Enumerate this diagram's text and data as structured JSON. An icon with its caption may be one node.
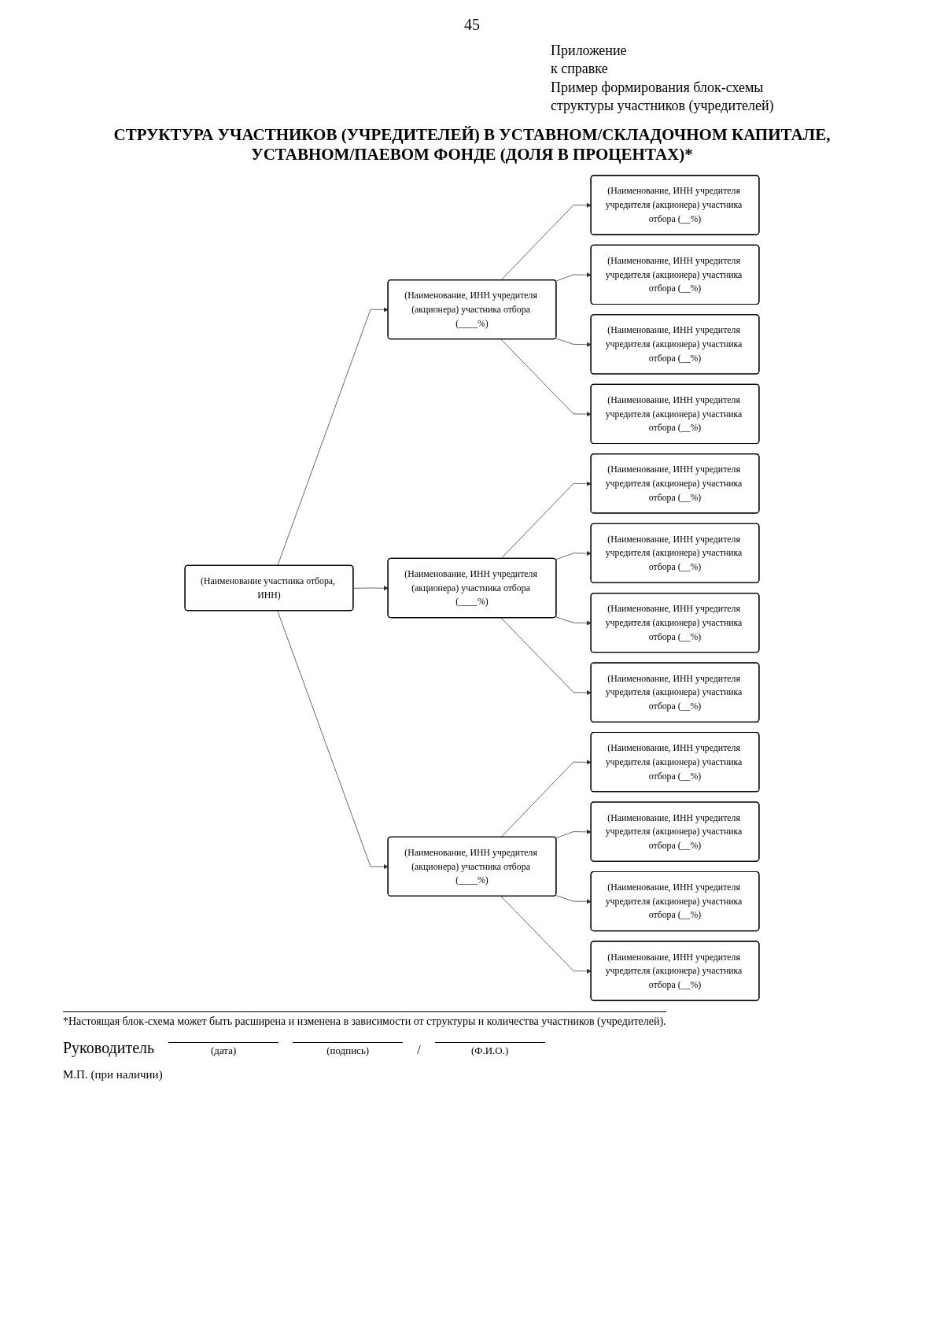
{
  "diagram": {
    "title": "СТРУКТУРА УЧАСТНИКОВ (УЧРЕДИТЕЛЕЙ) В УСТАВНОМ/СКЛАДОЧНОМ КАПИТАЛЕ, УСТАВНОМ/ПАЕВОМ ФОНДЕ (ДОЛЯ В ПРОЦЕНТАХ)*",
    "nodes": [
      {
        "text": [
          "(Наименование участника отбора, ИНН)"
        ]
      },
      {
        "text": [
          "(Наименование, ИНН учредителя (акционера) участника отбора (____%)"
        ]
      },
      {
        "text": [
          "(Наименование, ИНН учредителя учредителя (акционера) участника отбора (__%)"
        ]
      },
      {
        "text": [
          "(Наименование, ИНН учредителя учредителя (акционера) участника отбора (__%)"
        ]
      },
      {
        "text": [
          "(Наименование, ИНН учредителя учредителя (акционера) участника отбора (__%)"
        ]
      },
      {
        "text": [
          "(Наименование, ИНН учредителя учредителя (акционера) участника отбора (__%)"
        ]
      },
      {
        "text": [
          "(Наименование, ИНН учредителя (акционера) участника отбора (____%)"
        ]
      },
      {
        "text": [
          "(Наименование, ИНН учредителя учредителя (акционера) участника отбора (__%)"
        ]
      },
      {
        "text": [
          "(Наименование, ИНН учредителя учредителя (акционера) участника отбора (__%)"
        ]
      },
      {
        "text": [
          "(Наименование, ИНН учредителя учредителя (акционера) участника отбора (__%)"
        ]
      },
      {
        "text": [
          "(Наименование, ИНН учредителя учредителя (акционера) участника отбора (__%)"
        ]
      },
      {
        "text": [
          "(Наименование, ИНН учредителя (акционера) участника отбора (____%)"
        ]
      },
      {
        "text": [
          "(Наименование, ИНН учредителя учредителя (акционера) участника отбора (__%)"
        ]
      },
      {
        "text": [
          "(Наименование, ИНН учредителя учредителя (акционера) участника отбора (__%)"
        ]
      },
      {
        "text": [
          "(Наименование, ИНН учредителя учредителя (акционера) участника отбора (__%)"
        ]
      },
      {
        "text": [
          "(Наименование, ИНН учредителя учредителя (акционера) участника отбора (__%)"
        ]
      }
    ],
    "edges": [
      {
        "from": 0,
        "to": 1,
        "arrow": "to"
      },
      {
        "from": 1,
        "to": 2,
        "arrow": "to"
      },
      {
        "from": 1,
        "to": 3,
        "arrow": "to"
      },
      {
        "from": 1,
        "to": 4,
        "arrow": "to"
      },
      {
        "from": 1,
        "to": 5,
        "arrow": "to"
      },
      {
        "from": 0,
        "to": 6,
        "arrow": "to"
      },
      {
        "from": 6,
        "to": 7,
        "arrow": "to"
      },
      {
        "from": 6,
        "to": 8,
        "arrow": "to"
      },
      {
        "from": 6,
        "to": 9,
        "arrow": "to"
      },
      {
        "from": 6,
        "to": 10,
        "arrow": "to"
      },
      {
        "from": 0,
        "to": 11,
        "arrow": "to"
      },
      {
        "from": 11,
        "to": 12,
        "arrow": "to"
      },
      {
        "from": 11,
        "to": 13,
        "arrow": "to"
      },
      {
        "from": 11,
        "to": 14,
        "arrow": "to"
      },
      {
        "from": 11,
        "to": 15,
        "arrow": "to"
      }
    ],
    "labels": [
      "45",
      "Приложение",
      "к справке",
      "Пример формирования блок-схемы",
      "структуры участников (учредителей)",
      "*Настоящая блок-схема может быть расширена и изменена в зависимости от структуры и количества участников (учредителей).",
      "Руководитель",
      "(дата)",
      "(подпись)",
      "/",
      "(Ф.И.О.)",
      "М.П. (при наличии)"
    ]
  }
}
